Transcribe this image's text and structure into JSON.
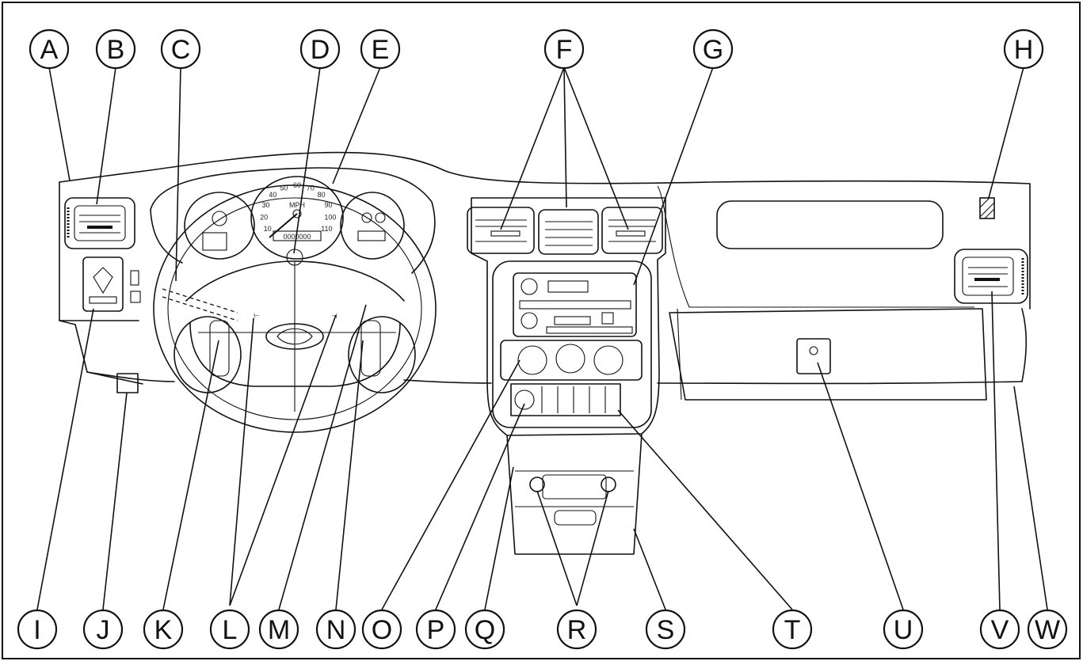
{
  "figure": {
    "labels": {
      "top": [
        "A",
        "B",
        "C",
        "D",
        "E",
        "F",
        "G",
        "H"
      ],
      "bottom": [
        "I",
        "J",
        "K",
        "L",
        "M",
        "N",
        "O",
        "P",
        "Q",
        "R",
        "S",
        "T",
        "U",
        "V",
        "W"
      ]
    },
    "gauges": {
      "speed_ticks": [
        "10",
        "20",
        "30",
        "40",
        "50",
        "60",
        "70",
        "80",
        "90",
        "100",
        "110"
      ],
      "speed_unit": "MPH",
      "odometer": "0000000"
    }
  }
}
